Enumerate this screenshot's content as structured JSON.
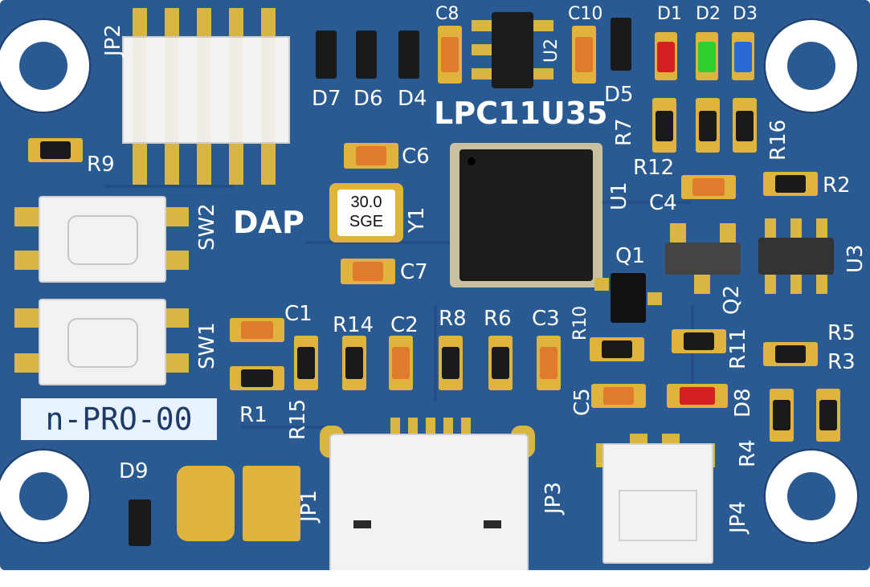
{
  "board": {
    "mcu_label": "LPC11U35",
    "dap_label": "DAP",
    "version_label": "n-PRO-00",
    "crystal": {
      "line1": "30.0",
      "line2": "SGE"
    }
  },
  "designators": {
    "JP2": "JP2",
    "C8": "C8",
    "C10": "C10",
    "D1": "D1",
    "D2": "D2",
    "D3": "D3",
    "U2": "U2",
    "D7": "D7",
    "D6": "D6",
    "D4": "D4",
    "D5": "D5",
    "R7": "R7",
    "R16": "R16",
    "R9": "R9",
    "C6": "C6",
    "Y1": "Y1",
    "U1": "U1",
    "R12": "R12",
    "C4": "C4",
    "R2": "R2",
    "SW2": "SW2",
    "C7": "C7",
    "Q1": "Q1",
    "U3": "U3",
    "Q2": "Q2",
    "SW1": "SW1",
    "C1": "C1",
    "R14": "R14",
    "C2": "C2",
    "R8": "R8",
    "R6": "R6",
    "C3": "C3",
    "R10": "R10",
    "R5": "R5",
    "R11": "R11",
    "R3": "R3",
    "R1": "R1",
    "R15": "R15",
    "C5": "C5",
    "D8": "D8",
    "R4": "R4",
    "D9": "D9",
    "JP1": "JP1",
    "JP3": "JP3",
    "JP4": "JP4"
  },
  "colors": {
    "board": "#2a5a92",
    "pad": "#e0b43c",
    "capacitor": "#e07a2c",
    "led_red": "#d42020",
    "led_green": "#2fcf2f",
    "led_blue": "#2a6ad8",
    "silkscreen": "#ffffff"
  }
}
